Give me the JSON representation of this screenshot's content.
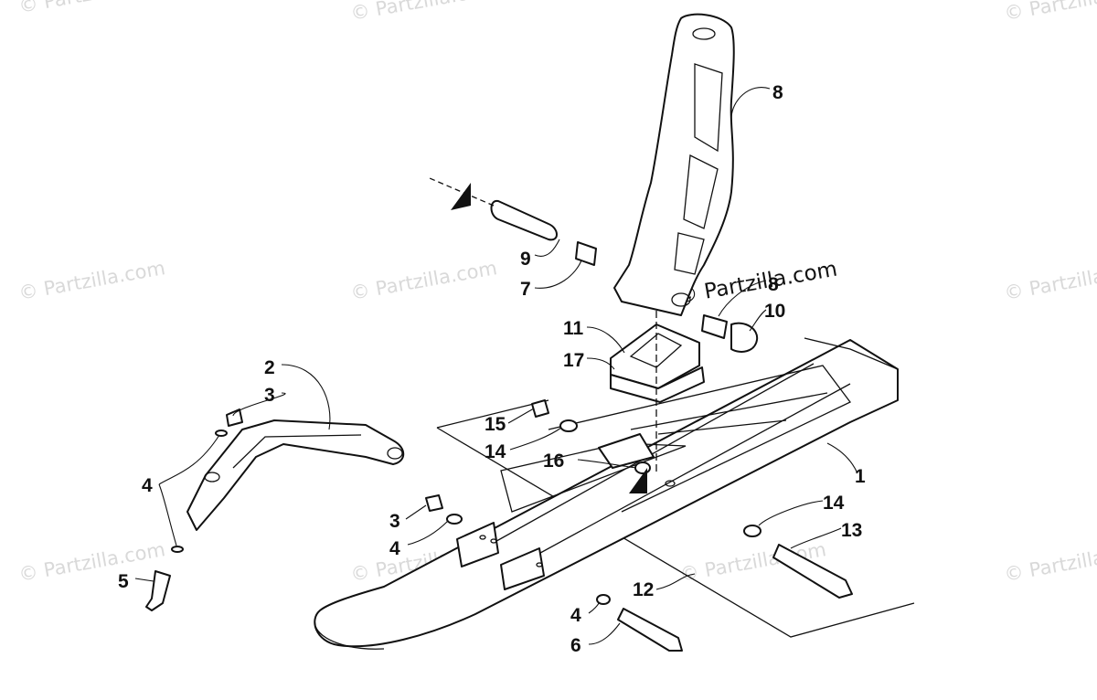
{
  "diagram": {
    "callouts": [
      {
        "id": "c1",
        "label": "1"
      },
      {
        "id": "c2",
        "label": "2"
      },
      {
        "id": "c3a",
        "label": "3"
      },
      {
        "id": "c3b",
        "label": "3"
      },
      {
        "id": "c4a",
        "label": "4"
      },
      {
        "id": "c4b",
        "label": "4"
      },
      {
        "id": "c4c",
        "label": "4"
      },
      {
        "id": "c5",
        "label": "5"
      },
      {
        "id": "c6",
        "label": "6"
      },
      {
        "id": "c7",
        "label": "7"
      },
      {
        "id": "c8a",
        "label": "8"
      },
      {
        "id": "c8b",
        "label": "8"
      },
      {
        "id": "c9",
        "label": "9"
      },
      {
        "id": "c10",
        "label": "10"
      },
      {
        "id": "c11",
        "label": "11"
      },
      {
        "id": "c12",
        "label": "12"
      },
      {
        "id": "c13",
        "label": "13"
      },
      {
        "id": "c14a",
        "label": "14"
      },
      {
        "id": "c14b",
        "label": "14"
      },
      {
        "id": "c15",
        "label": "15"
      },
      {
        "id": "c16",
        "label": "16"
      },
      {
        "id": "c17",
        "label": "17"
      }
    ]
  },
  "watermark": {
    "text": "© Partzilla.com",
    "repeat_text": "© Partzilla.com",
    "color": "#d9d9d9"
  }
}
